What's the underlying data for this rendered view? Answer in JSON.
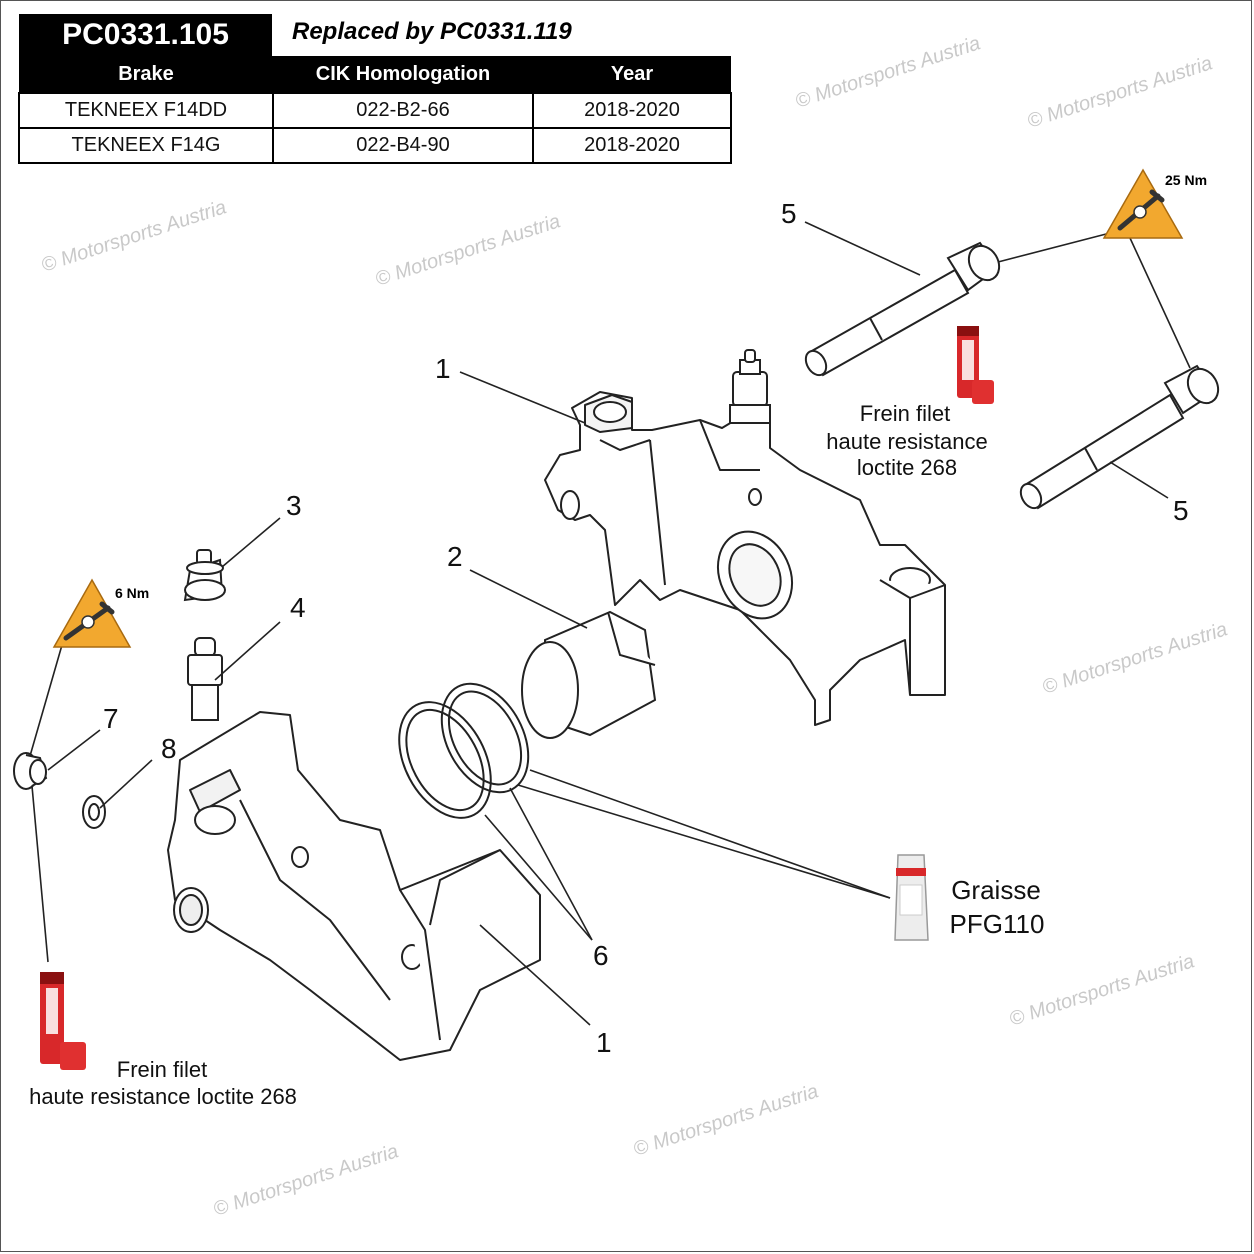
{
  "header": {
    "part_code": "PC0331.105",
    "replaced_by": "Replaced by PC0331.119"
  },
  "table": {
    "columns": [
      "Brake",
      "CIK Homologation",
      "Year"
    ],
    "rows": [
      [
        "TEKNEEX F14DD",
        "022-B2-66",
        "2018-2020"
      ],
      [
        "TEKNEEX F14G",
        "022-B4-90",
        "2018-2020"
      ]
    ]
  },
  "callouts": {
    "n1_top": "1",
    "n1_bottom": "1",
    "n2": "2",
    "n3": "3",
    "n4": "4",
    "n5_top": "5",
    "n5_bottom": "5",
    "n6": "6",
    "n7": "7",
    "n8": "8"
  },
  "torque": {
    "top": "25 Nm",
    "left": "6 Nm"
  },
  "notes": {
    "threadlock_top": [
      "Frein filet",
      "haute resistance",
      "loctite 268"
    ],
    "threadlock_bottom": [
      "Frein filet",
      "haute resistance loctite 268"
    ],
    "grease": [
      "Graisse",
      "PFG110"
    ]
  },
  "watermark": "© Motorsports Austria",
  "colors": {
    "warning": "#f2a82f",
    "loctite_red": "#d8282a",
    "line": "#222222"
  }
}
